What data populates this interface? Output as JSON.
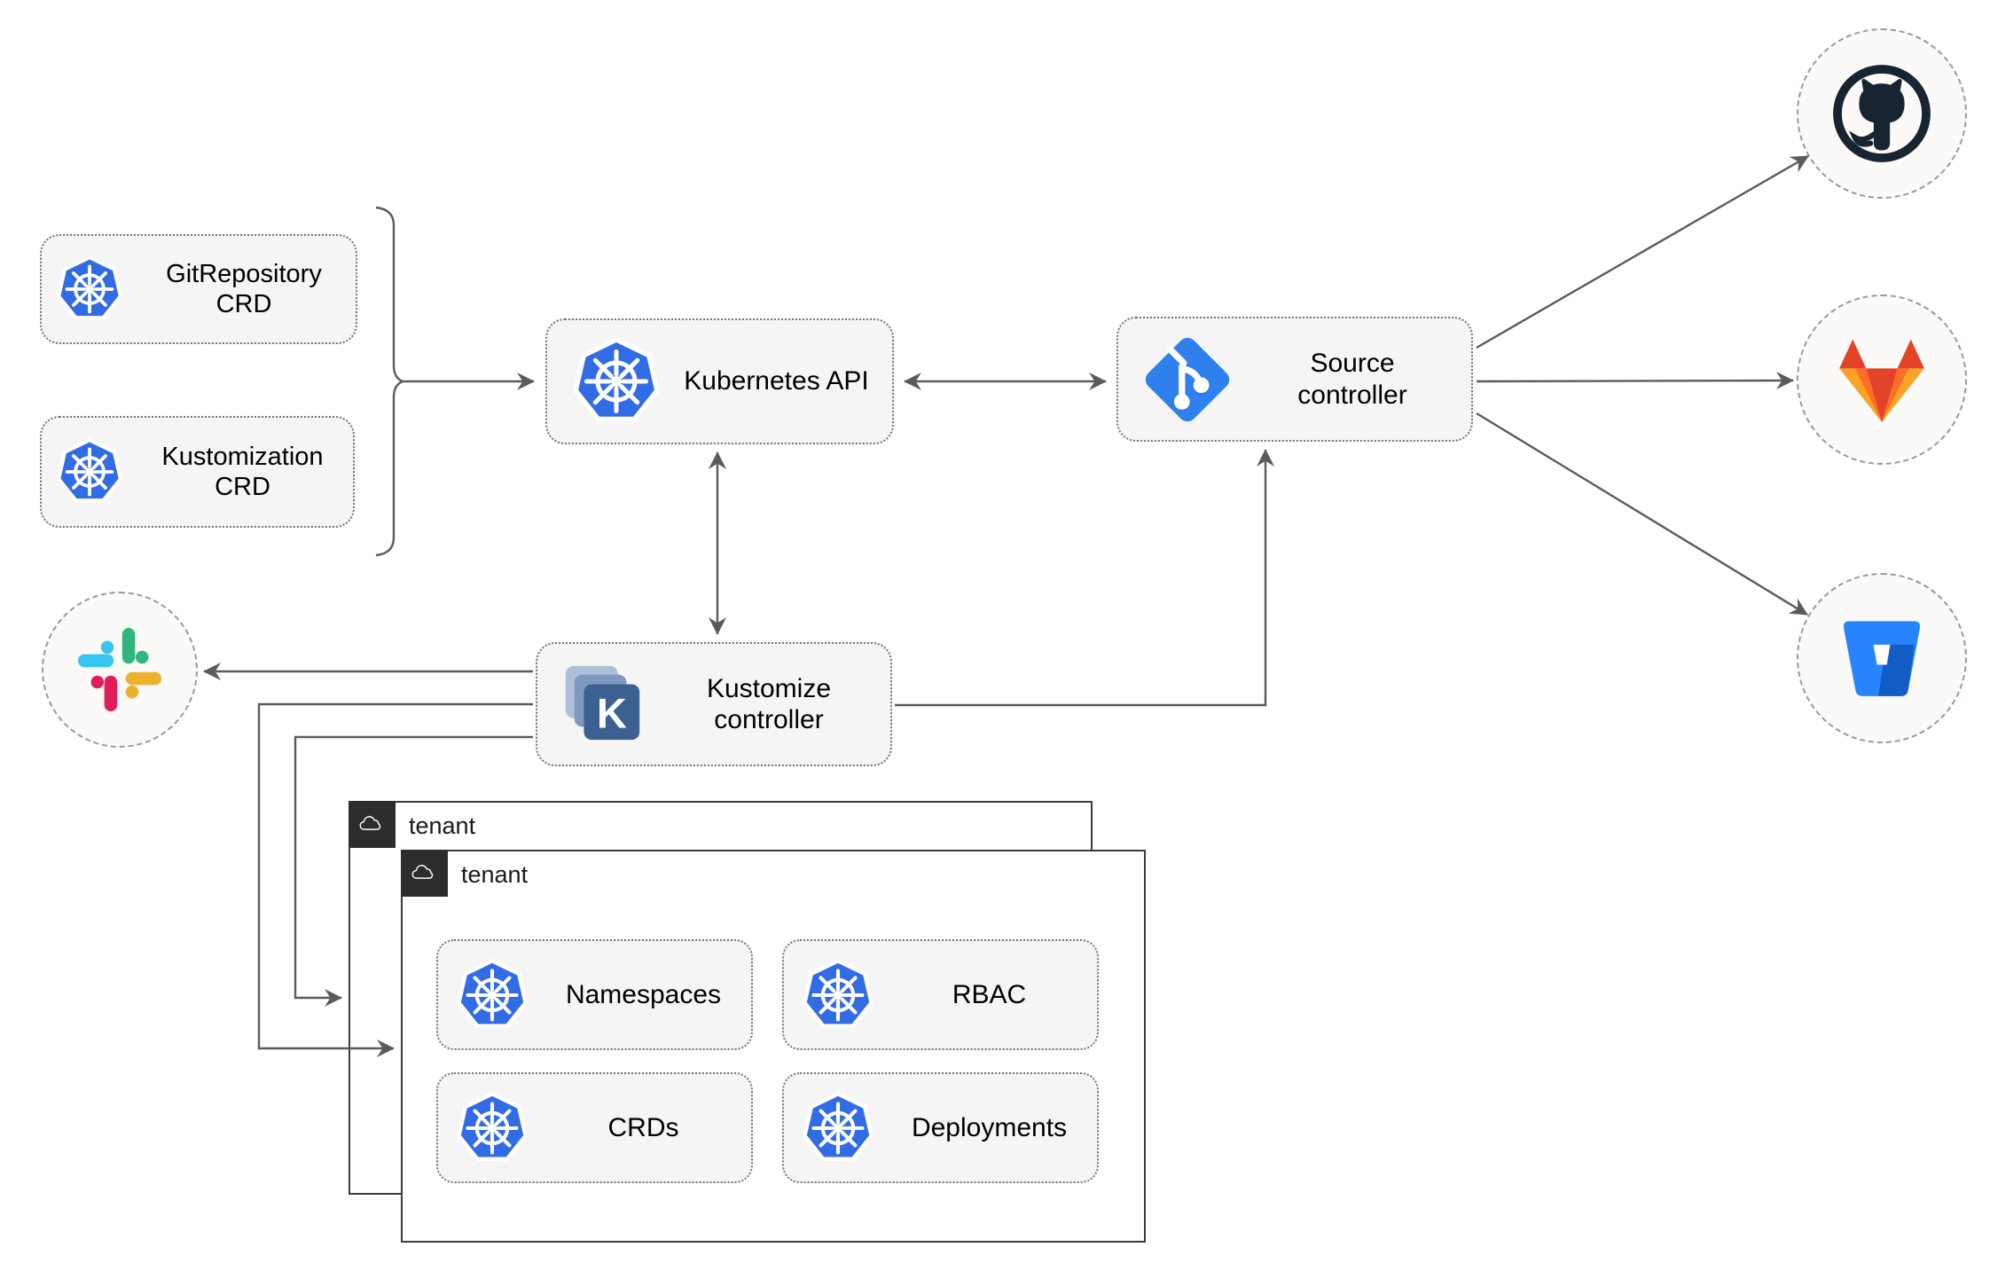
{
  "diagram": {
    "nodes": {
      "git_repository_crd": {
        "label": "GitRepository\nCRD",
        "icon": "kubernetes-icon"
      },
      "kustomization_crd": {
        "label": "Kustomization\nCRD",
        "icon": "kubernetes-icon"
      },
      "kubernetes_api": {
        "label": "Kubernetes API",
        "icon": "kubernetes-icon"
      },
      "source_controller": {
        "label": "Source\ncontroller",
        "icon": "git-icon"
      },
      "kustomize_controller": {
        "label": "Kustomize\ncontroller",
        "icon": "kustomize-icon"
      },
      "tenant_back": {
        "label": "tenant",
        "icon": "cloud-icon"
      },
      "tenant_front": {
        "label": "tenant",
        "icon": "cloud-icon"
      },
      "namespaces": {
        "label": "Namespaces",
        "icon": "kubernetes-icon"
      },
      "rbac": {
        "label": "RBAC",
        "icon": "kubernetes-icon"
      },
      "crds": {
        "label": "CRDs",
        "icon": "kubernetes-icon"
      },
      "deployments": {
        "label": "Deployments",
        "icon": "kubernetes-icon"
      }
    },
    "external": {
      "github": {
        "icon": "github-icon"
      },
      "gitlab": {
        "icon": "gitlab-icon"
      },
      "bitbucket": {
        "icon": "bitbucket-icon"
      },
      "slack": {
        "icon": "slack-icon"
      }
    },
    "colors": {
      "kubernetes_blue": "#326ce5",
      "git_blue": "#2f80ed",
      "kustomize_front": "#3c6191",
      "kustomize_mid": "#7e99c0",
      "kustomize_back": "#aebfd8",
      "slack_blue": "#36c5f0",
      "slack_green": "#2eb67d",
      "slack_yellow": "#ecb22e",
      "slack_red": "#e01e5a",
      "github_dark": "#182430",
      "gitlab_red": "#e24329",
      "gitlab_orange": "#fc6d26",
      "gitlab_light_orange": "#fca326",
      "bitbucket_blue": "#2684ff",
      "connector_gray": "#5b5b5b",
      "node_fill": "#f5f5f5",
      "tenant_badge": "#2d2d2d"
    }
  }
}
